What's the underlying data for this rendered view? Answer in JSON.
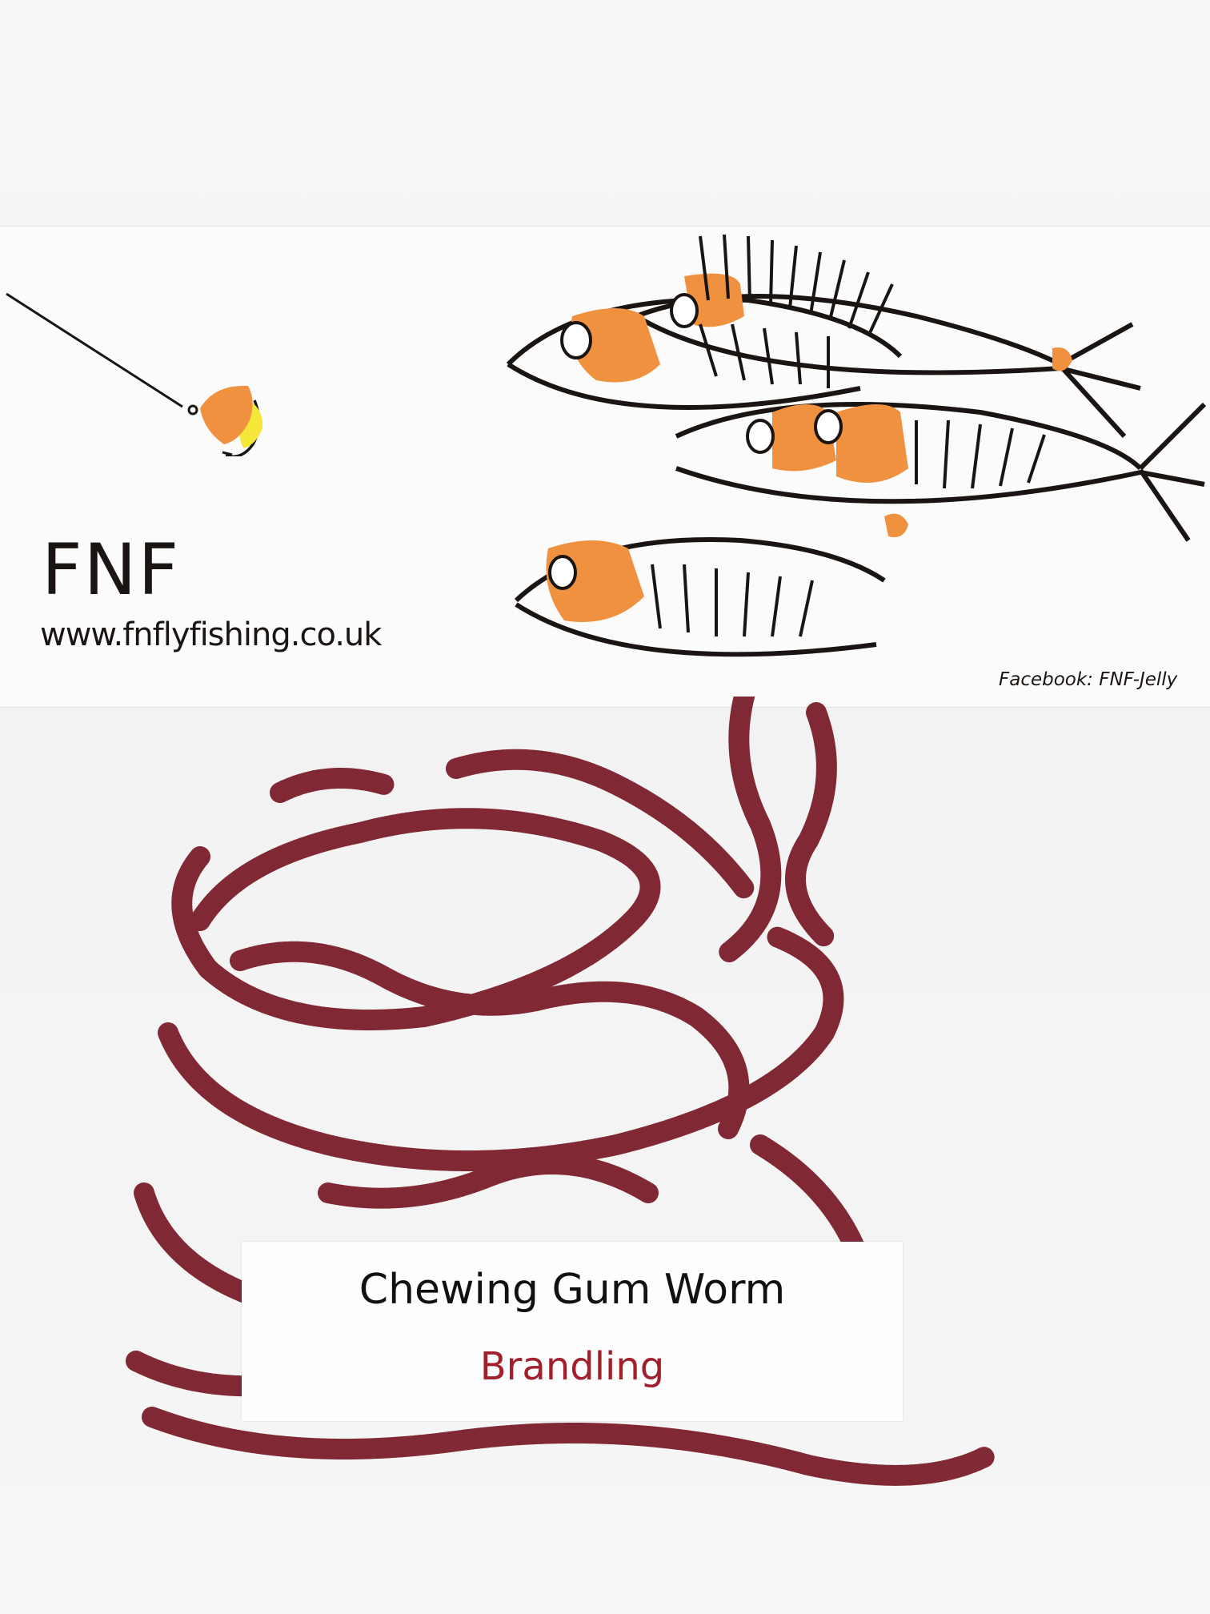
{
  "package": {
    "brand": "FNF",
    "website": "www.fnflyfishing.co.uk",
    "social": "Facebook: FNF-Jelly"
  },
  "label": {
    "product_name": "Chewing Gum Worm",
    "variant": "Brandling"
  },
  "colors": {
    "fish_orange": "#f0913f",
    "ink": "#1a1512",
    "worm_maroon": "#7a1f2b",
    "variant_red": "#a0202e",
    "fly_yellow": "#f5e63a"
  }
}
